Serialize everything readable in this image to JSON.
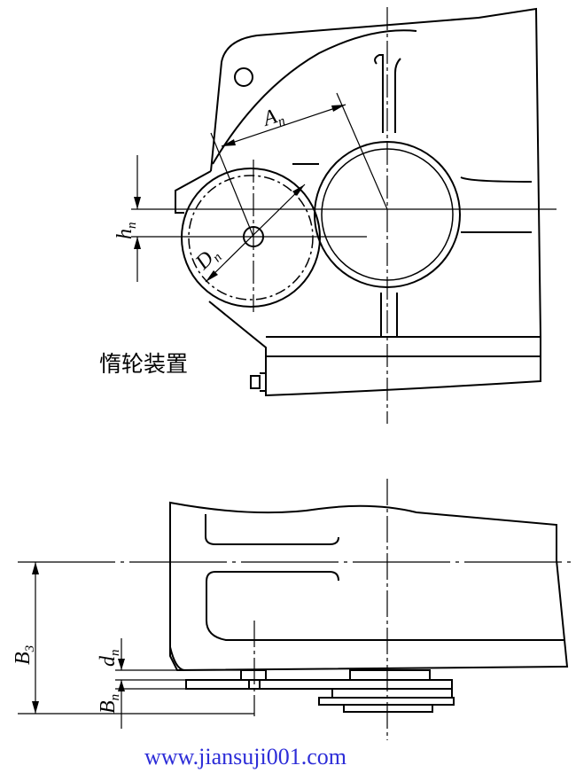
{
  "top_view": {
    "label_An_main": "A",
    "label_An_sub": "n",
    "label_Dn_main": "D",
    "label_Dn_sub": "n",
    "label_hn_main": "h",
    "label_hn_sub": "n",
    "caption": "惰轮装置"
  },
  "side_view": {
    "label_B3_main": "B",
    "label_B3_sub": "3",
    "label_dn_main": "d",
    "label_dn_sub": "n",
    "label_Bn_main": "B",
    "label_Bn_sub": "n"
  },
  "footer": {
    "url": "www.jiansuji001.com"
  },
  "colors": {
    "line": "#000000",
    "url": "#2d2dd8"
  }
}
